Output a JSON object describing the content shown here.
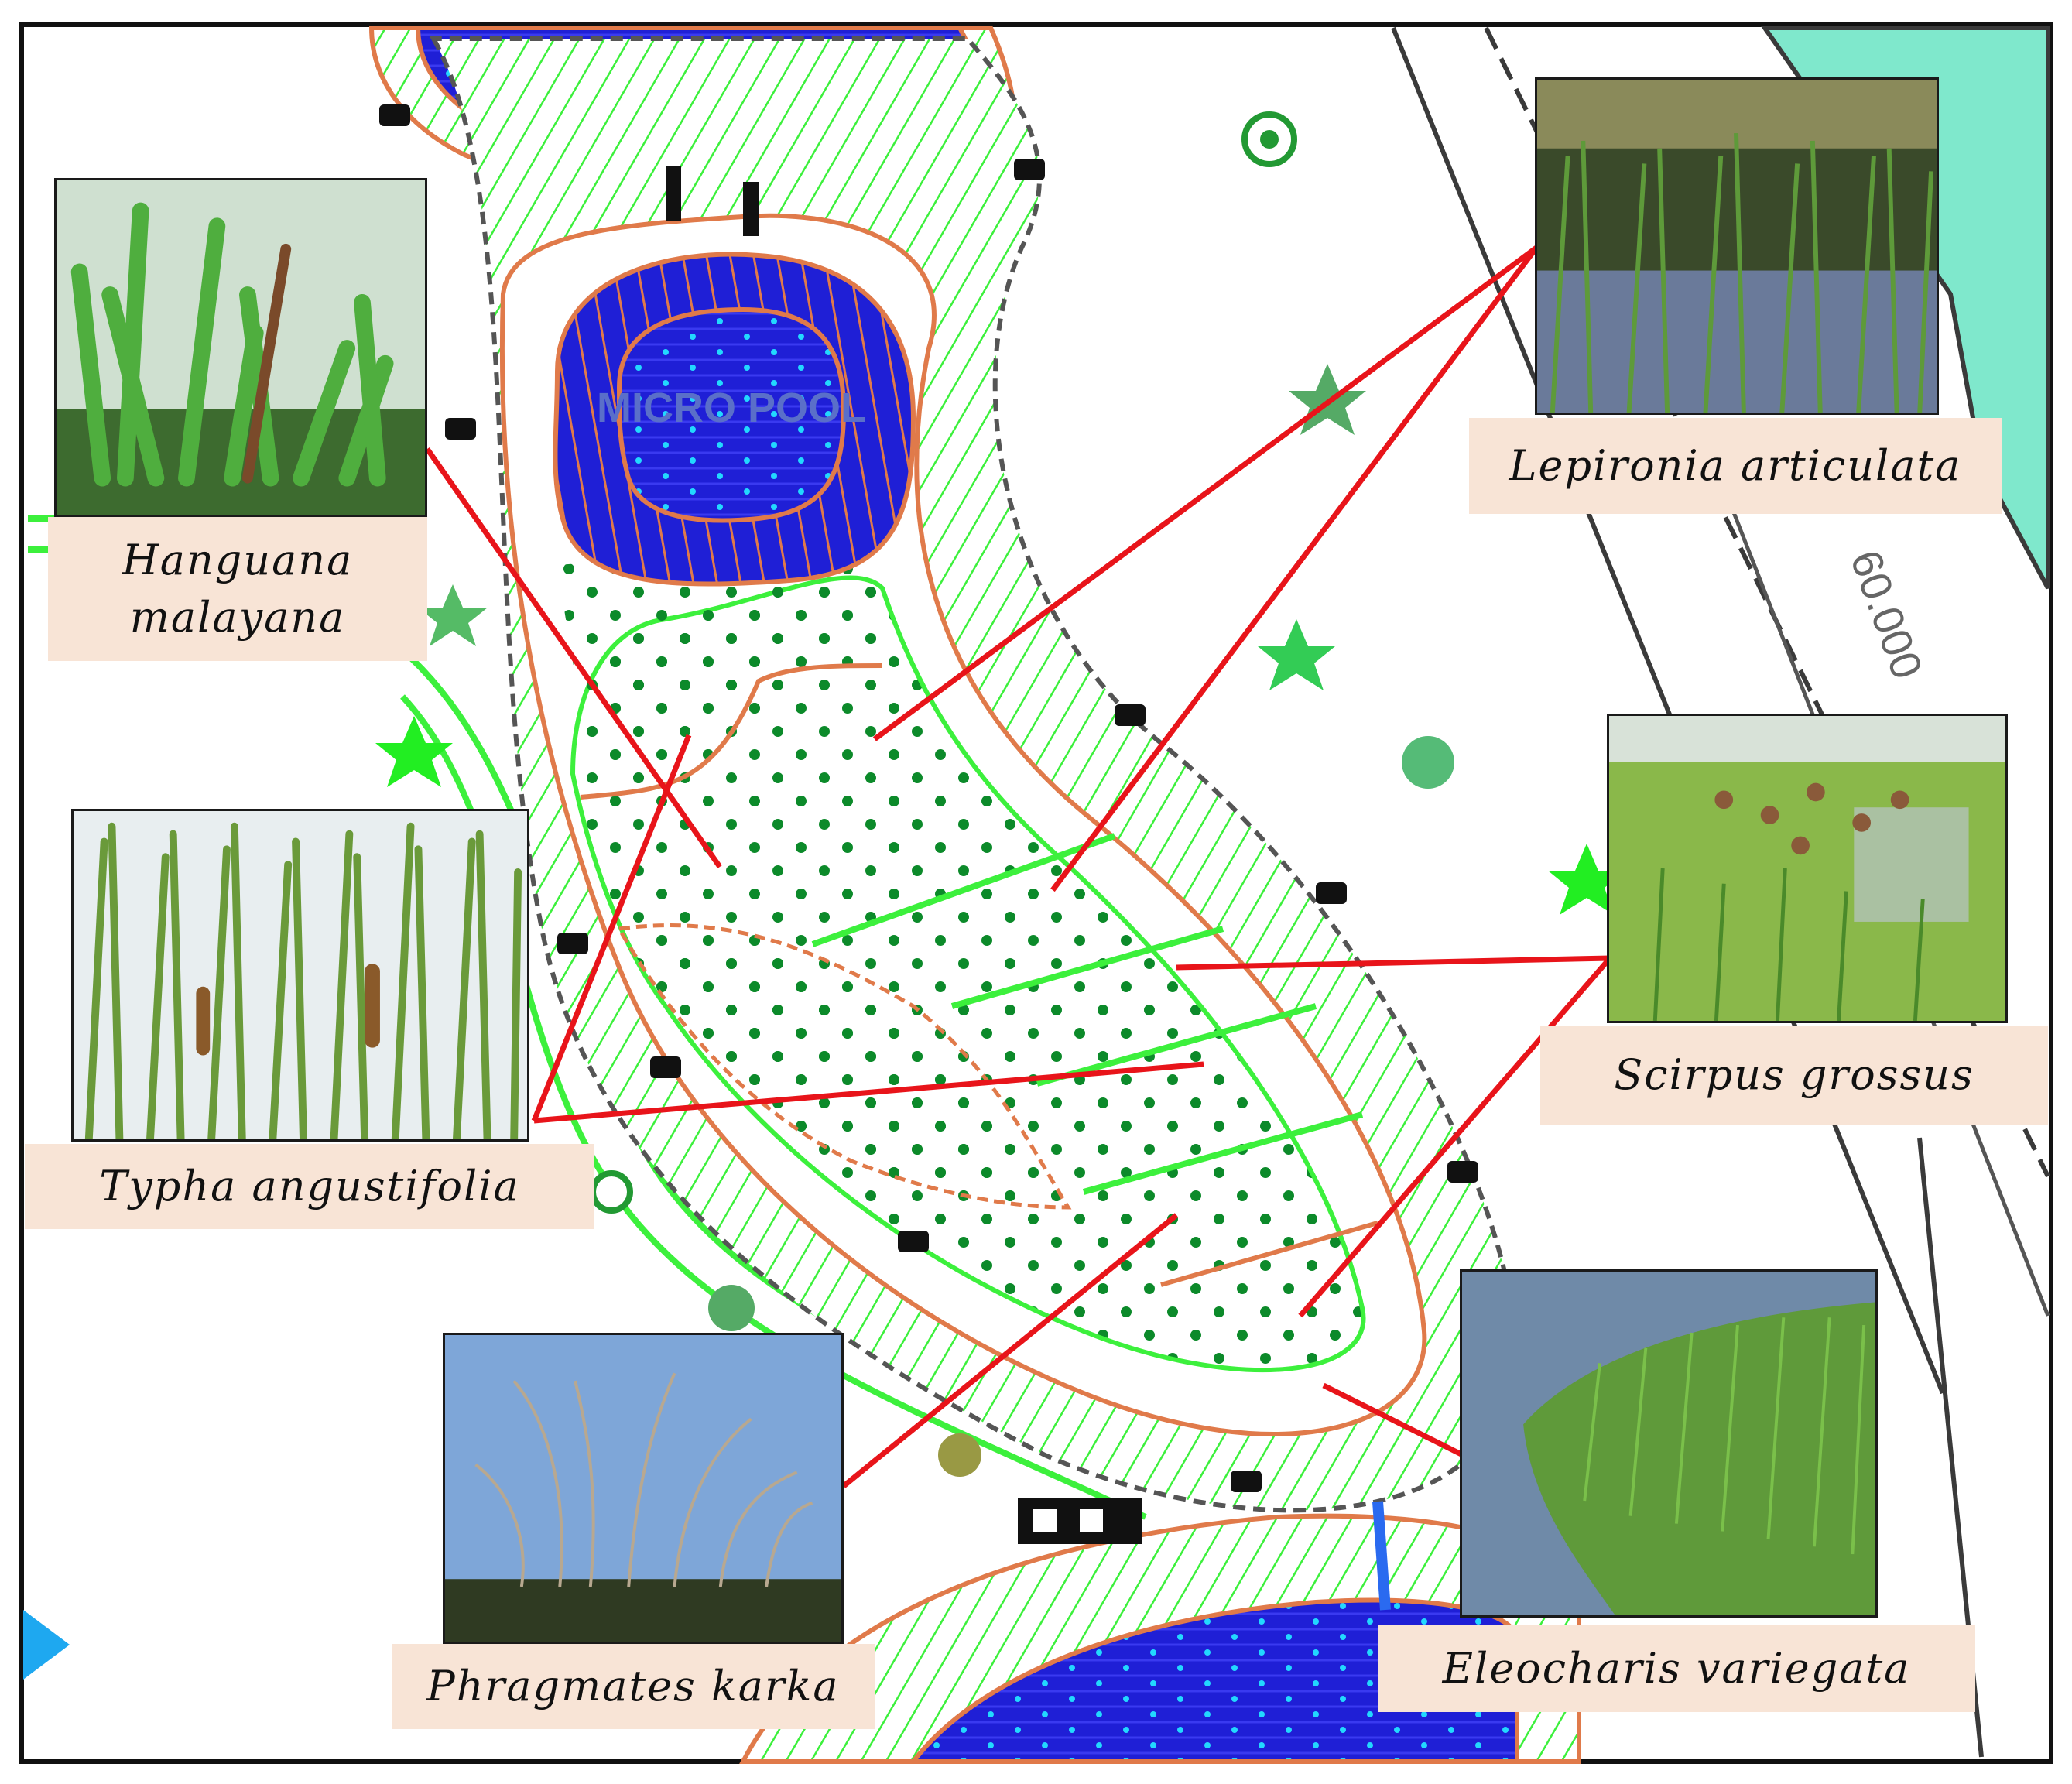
{
  "site_plan": {
    "pond_label": "MICRO POOL",
    "contour_label": "60.000"
  },
  "species": [
    {
      "id": "hanguana",
      "line1": "Hanguana",
      "line2": "malayana"
    },
    {
      "id": "lepironia",
      "line1": "Lepironia articulata"
    },
    {
      "id": "typha",
      "line1": "Typha angustifolia"
    },
    {
      "id": "scirpus",
      "line1": "Scirpus grossus"
    },
    {
      "id": "phragmites",
      "line1": "Phragmates karka"
    },
    {
      "id": "eleocharis",
      "line1": "Eleocharis variegata"
    }
  ],
  "colors": {
    "water": "#1f1fd6",
    "vegetation": "#33ee33",
    "bund": "#e07a4a",
    "leader_line": "#e8141a",
    "caption_bg": "#f8e4d6",
    "road_edge": "#7fe8cc"
  }
}
